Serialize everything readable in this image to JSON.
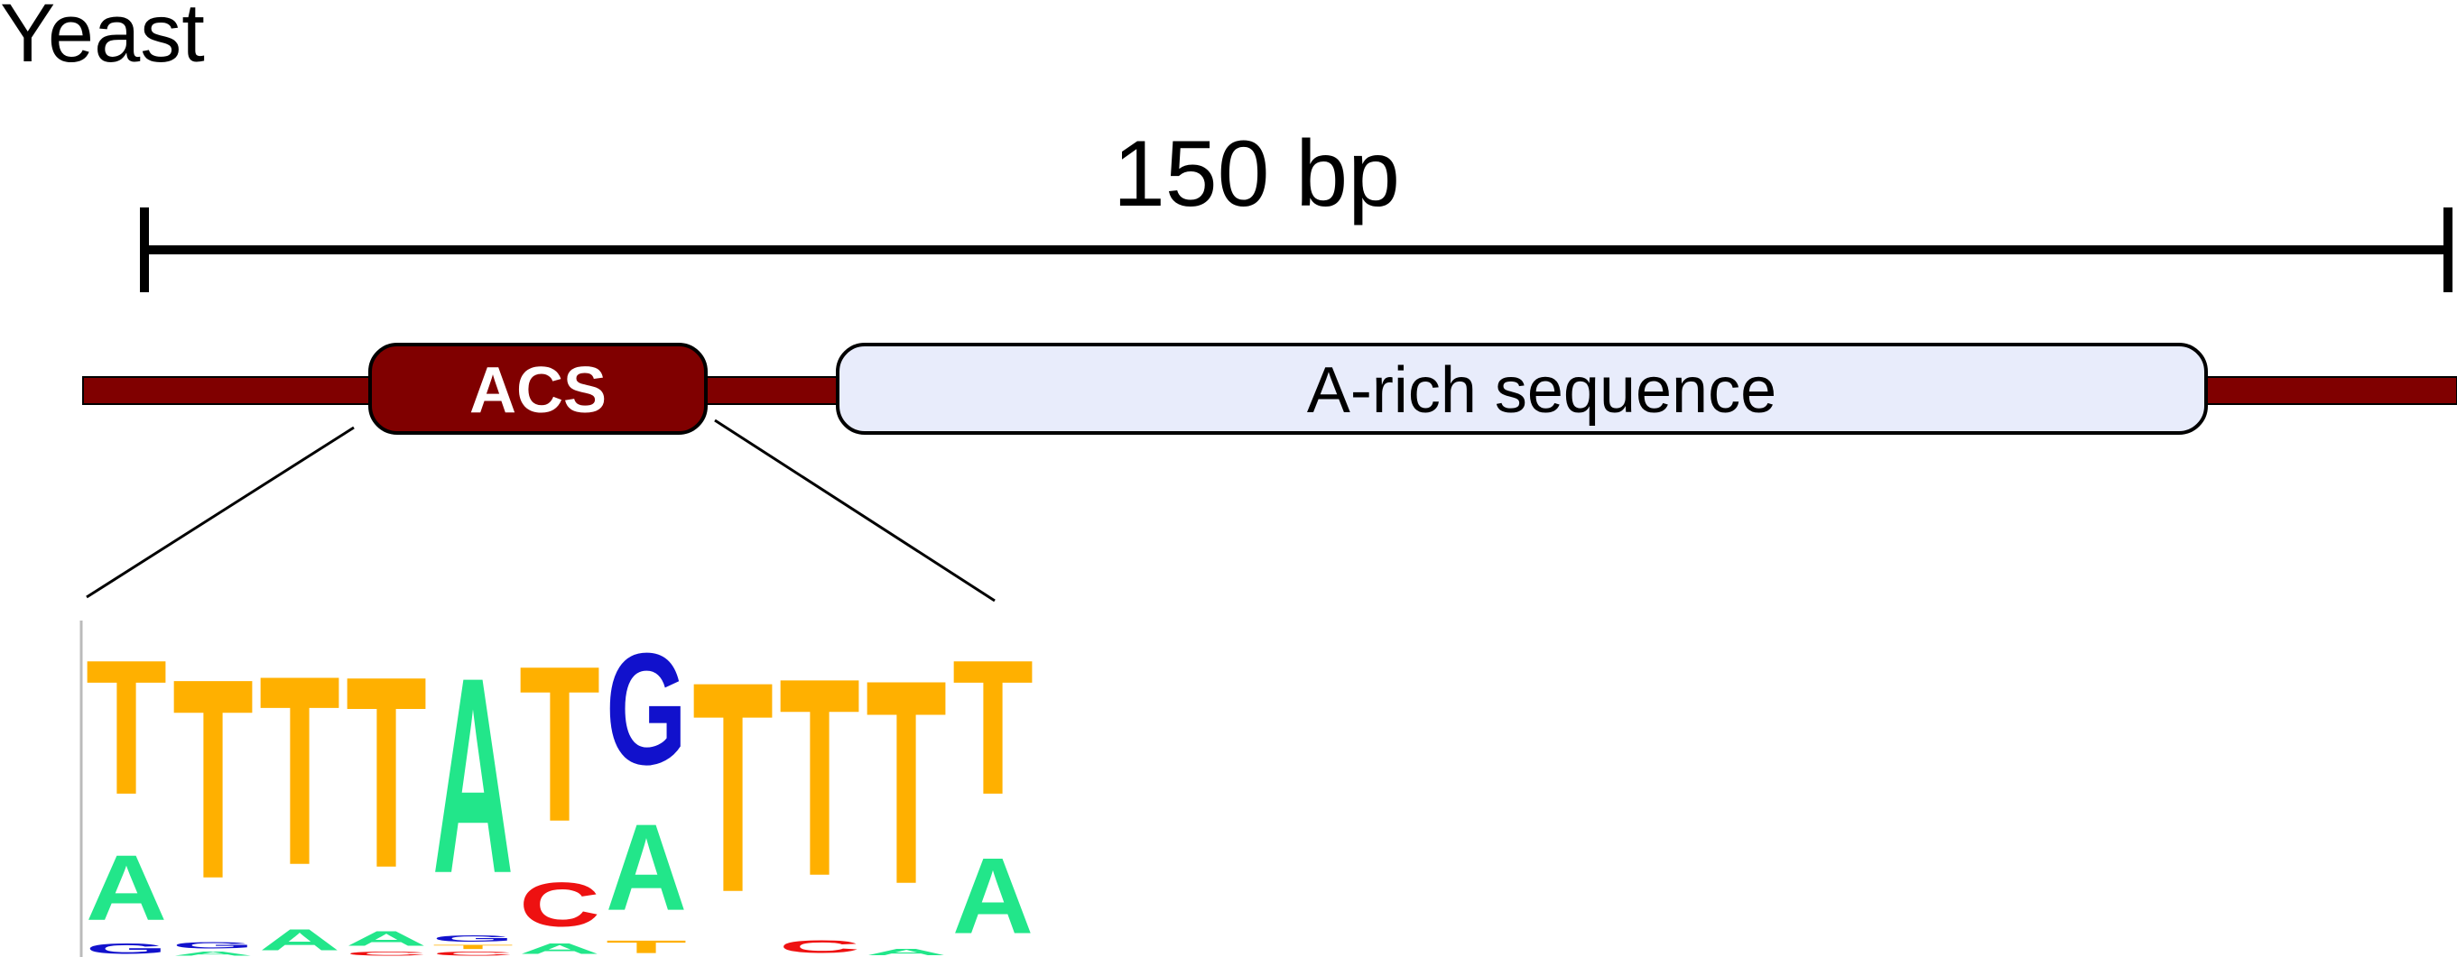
{
  "title": "Yeast",
  "scale": {
    "label": "150 bp",
    "length_bp": 150
  },
  "regions": {
    "acs": {
      "label": "ACS",
      "color": "#800000"
    },
    "arich": {
      "label": "A-rich sequence",
      "fill": "#e8ecfb"
    }
  },
  "dna_color": "#800000",
  "base_colors": {
    "A": "#22e68a",
    "C": "#ee1111",
    "G": "#1111cc",
    "T": "#ffb000"
  },
  "logo": {
    "positions": [
      {
        "letters": [
          {
            "b": "G",
            "h": 0.05
          },
          {
            "b": "A",
            "h": 0.31
          },
          {
            "b": "T",
            "h": 0.64
          }
        ]
      },
      {
        "letters": [
          {
            "b": "A",
            "h": 0.02
          },
          {
            "b": "G",
            "h": 0.03
          },
          {
            "b": "T",
            "h": 0.95
          }
        ]
      },
      {
        "letters": [
          {
            "b": "A",
            "h": 0.1
          },
          {
            "b": "T",
            "h": 0.9
          }
        ]
      },
      {
        "letters": [
          {
            "b": "C",
            "h": 0.02
          },
          {
            "b": "A",
            "h": 0.07
          },
          {
            "b": "T",
            "h": 0.91
          }
        ]
      },
      {
        "letters": [
          {
            "b": "C",
            "h": 0.02
          },
          {
            "b": "T",
            "h": 0.02
          },
          {
            "b": "G",
            "h": 0.03
          },
          {
            "b": "A",
            "h": 0.93
          }
        ]
      },
      {
        "letters": [
          {
            "b": "A",
            "h": 0.05
          },
          {
            "b": "C",
            "h": 0.21
          },
          {
            "b": "T",
            "h": 0.74
          }
        ]
      },
      {
        "letters": [
          {
            "b": "T",
            "h": 0.06
          },
          {
            "b": "A",
            "h": 0.41
          },
          {
            "b": "G",
            "h": 0.53
          }
        ]
      },
      {
        "letters": [
          {
            "b": "T",
            "h": 1.0
          }
        ]
      },
      {
        "letters": [
          {
            "b": "C",
            "h": 0.06
          },
          {
            "b": "T",
            "h": 0.94
          }
        ]
      },
      {
        "letters": [
          {
            "b": "A",
            "h": 0.03
          },
          {
            "b": "T",
            "h": 0.97
          }
        ]
      },
      {
        "letters": [
          {
            "b": "A",
            "h": 0.36
          },
          {
            "b": "T",
            "h": 0.64
          }
        ]
      }
    ]
  }
}
